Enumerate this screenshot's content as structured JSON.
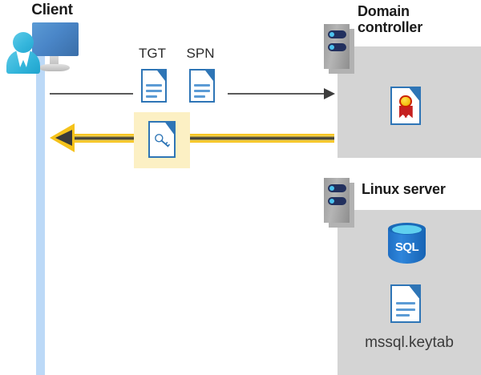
{
  "diagram": {
    "title_client": "Client",
    "title_domain_controller": "Domain\ncontroller",
    "title_domain_controller_line1": "Domain",
    "title_domain_controller_line2": "controller",
    "title_linux_server": "Linux server",
    "keytab_label": "mssql.keytab",
    "sql_label": "SQL",
    "flow_labels": {
      "tgt": "TGT",
      "spn": "SPN"
    },
    "icons": {
      "client": "user-with-monitor-icon",
      "tgt_doc": "document-icon",
      "spn_doc": "document-icon",
      "key_doc": "document-with-key-icon",
      "certificate": "certificate-icon",
      "database": "sql-database-icon",
      "keytab_doc": "document-icon",
      "server_dc": "server-rack-icon",
      "server_linux": "server-rack-icon",
      "request_arrow": "arrow-right-icon",
      "response_arrow": "arrow-left-icon"
    },
    "colors": {
      "panel_gray": "#d4d4d4",
      "lifeline_blue": "#bcd9f7",
      "highlight_yellow": "#fcf0c4",
      "arrow_yellow": "#f5c21a",
      "arrow_dark": "#3a3a3a",
      "doc_blue": "#2e75b6",
      "accent_blue": "#5b9bd5",
      "sql_blue": "#1f6fc4",
      "cert_gold": "#f5c518",
      "cert_red": "#c52020",
      "server_navy": "#22305e",
      "server_dot": "#4cc3ef",
      "text_dark": "#1a1a1a"
    }
  }
}
